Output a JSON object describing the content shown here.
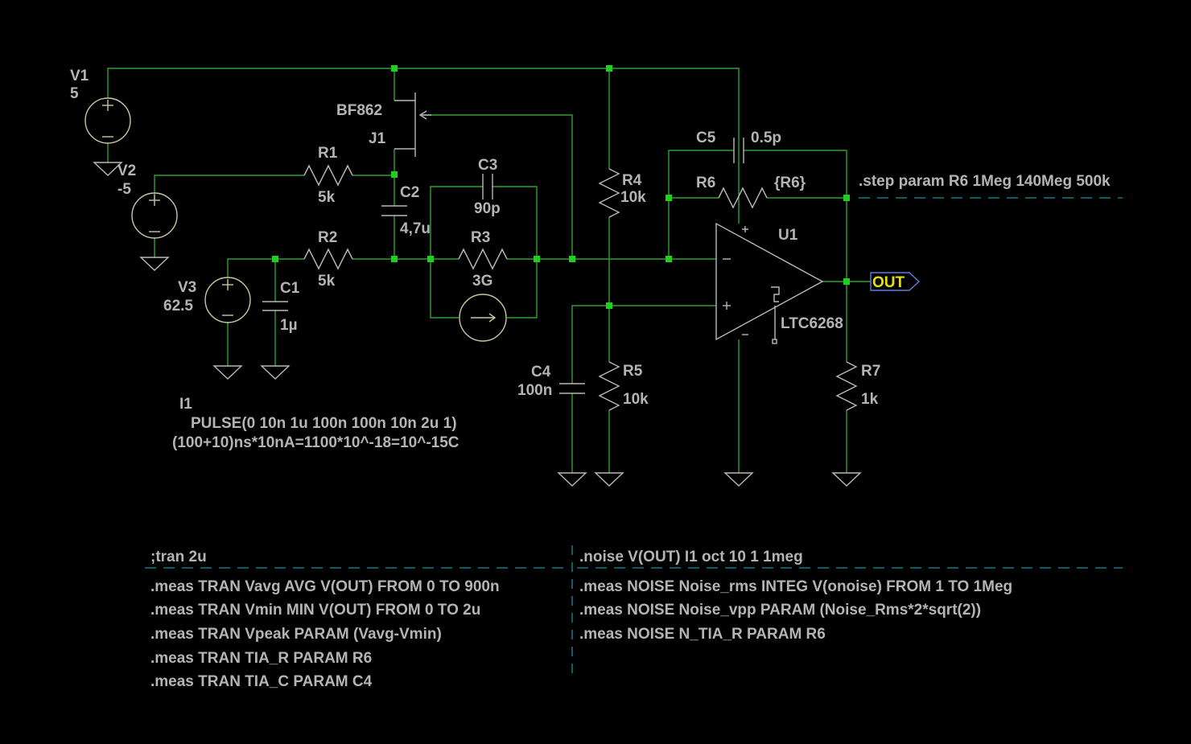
{
  "colors": {
    "background": "#000000",
    "wire": "#2fa12f",
    "component": "#b9b9b9",
    "text": "#b4b4b4",
    "junction": "#1fd01f",
    "directive_separator": "#1a8fa0",
    "net_label": "#e8e000"
  },
  "components": {
    "v1": {
      "name": "V1",
      "value": "5"
    },
    "v2": {
      "name": "V2",
      "value": "-5"
    },
    "v3": {
      "name": "V3",
      "value": "62.5"
    },
    "j1": {
      "name": "J1",
      "value": "BF862"
    },
    "r1": {
      "name": "R1",
      "value": "5k"
    },
    "r2": {
      "name": "R2",
      "value": "5k"
    },
    "r3": {
      "name": "R3",
      "value": "3G"
    },
    "r4": {
      "name": "R4",
      "value": "10k"
    },
    "r5": {
      "name": "R5",
      "value": "10k"
    },
    "r6": {
      "name": "R6",
      "value": "{R6}"
    },
    "r7": {
      "name": "R7",
      "value": "1k"
    },
    "c1": {
      "name": "C1",
      "value": "1µ"
    },
    "c2": {
      "name": "C2",
      "value": "4,7u"
    },
    "c3": {
      "name": "C3",
      "value": "90p"
    },
    "c4": {
      "name": "C4",
      "value": "100n"
    },
    "c5": {
      "name": "C5",
      "value": "0.5p"
    },
    "u1": {
      "name": "U1",
      "value": "LTC6268"
    },
    "i1": {
      "name": "I1",
      "value": "PULSE(0 10n 1u 100n 100n 10n 2u 1)",
      "note": "(100+10)ns*10nA=1100*10^-18=10^-15C"
    }
  },
  "net_labels": {
    "out": "OUT"
  },
  "directives": {
    "step": ".step param R6 1Meg 140Meg 500k",
    "tran_header": ";tran 2u",
    "tran_meas": [
      ".meas TRAN Vavg AVG V(OUT) FROM 0 TO 900n",
      ".meas TRAN Vmin MIN V(OUT) FROM 0 TO 2u",
      ".meas TRAN Vpeak PARAM (Vavg-Vmin)",
      ".meas TRAN TIA_R PARAM R6",
      ".meas TRAN TIA_C PARAM C4"
    ],
    "noise_header": ".noise V(OUT) I1 oct 10 1 1meg",
    "noise_meas": [
      ".meas NOISE Noise_rms INTEG V(onoise) FROM 1 TO 1Meg",
      ".meas NOISE Noise_vpp PARAM (Noise_Rms*2*sqrt(2))",
      ".meas NOISE N_TIA_R PARAM R6"
    ]
  }
}
